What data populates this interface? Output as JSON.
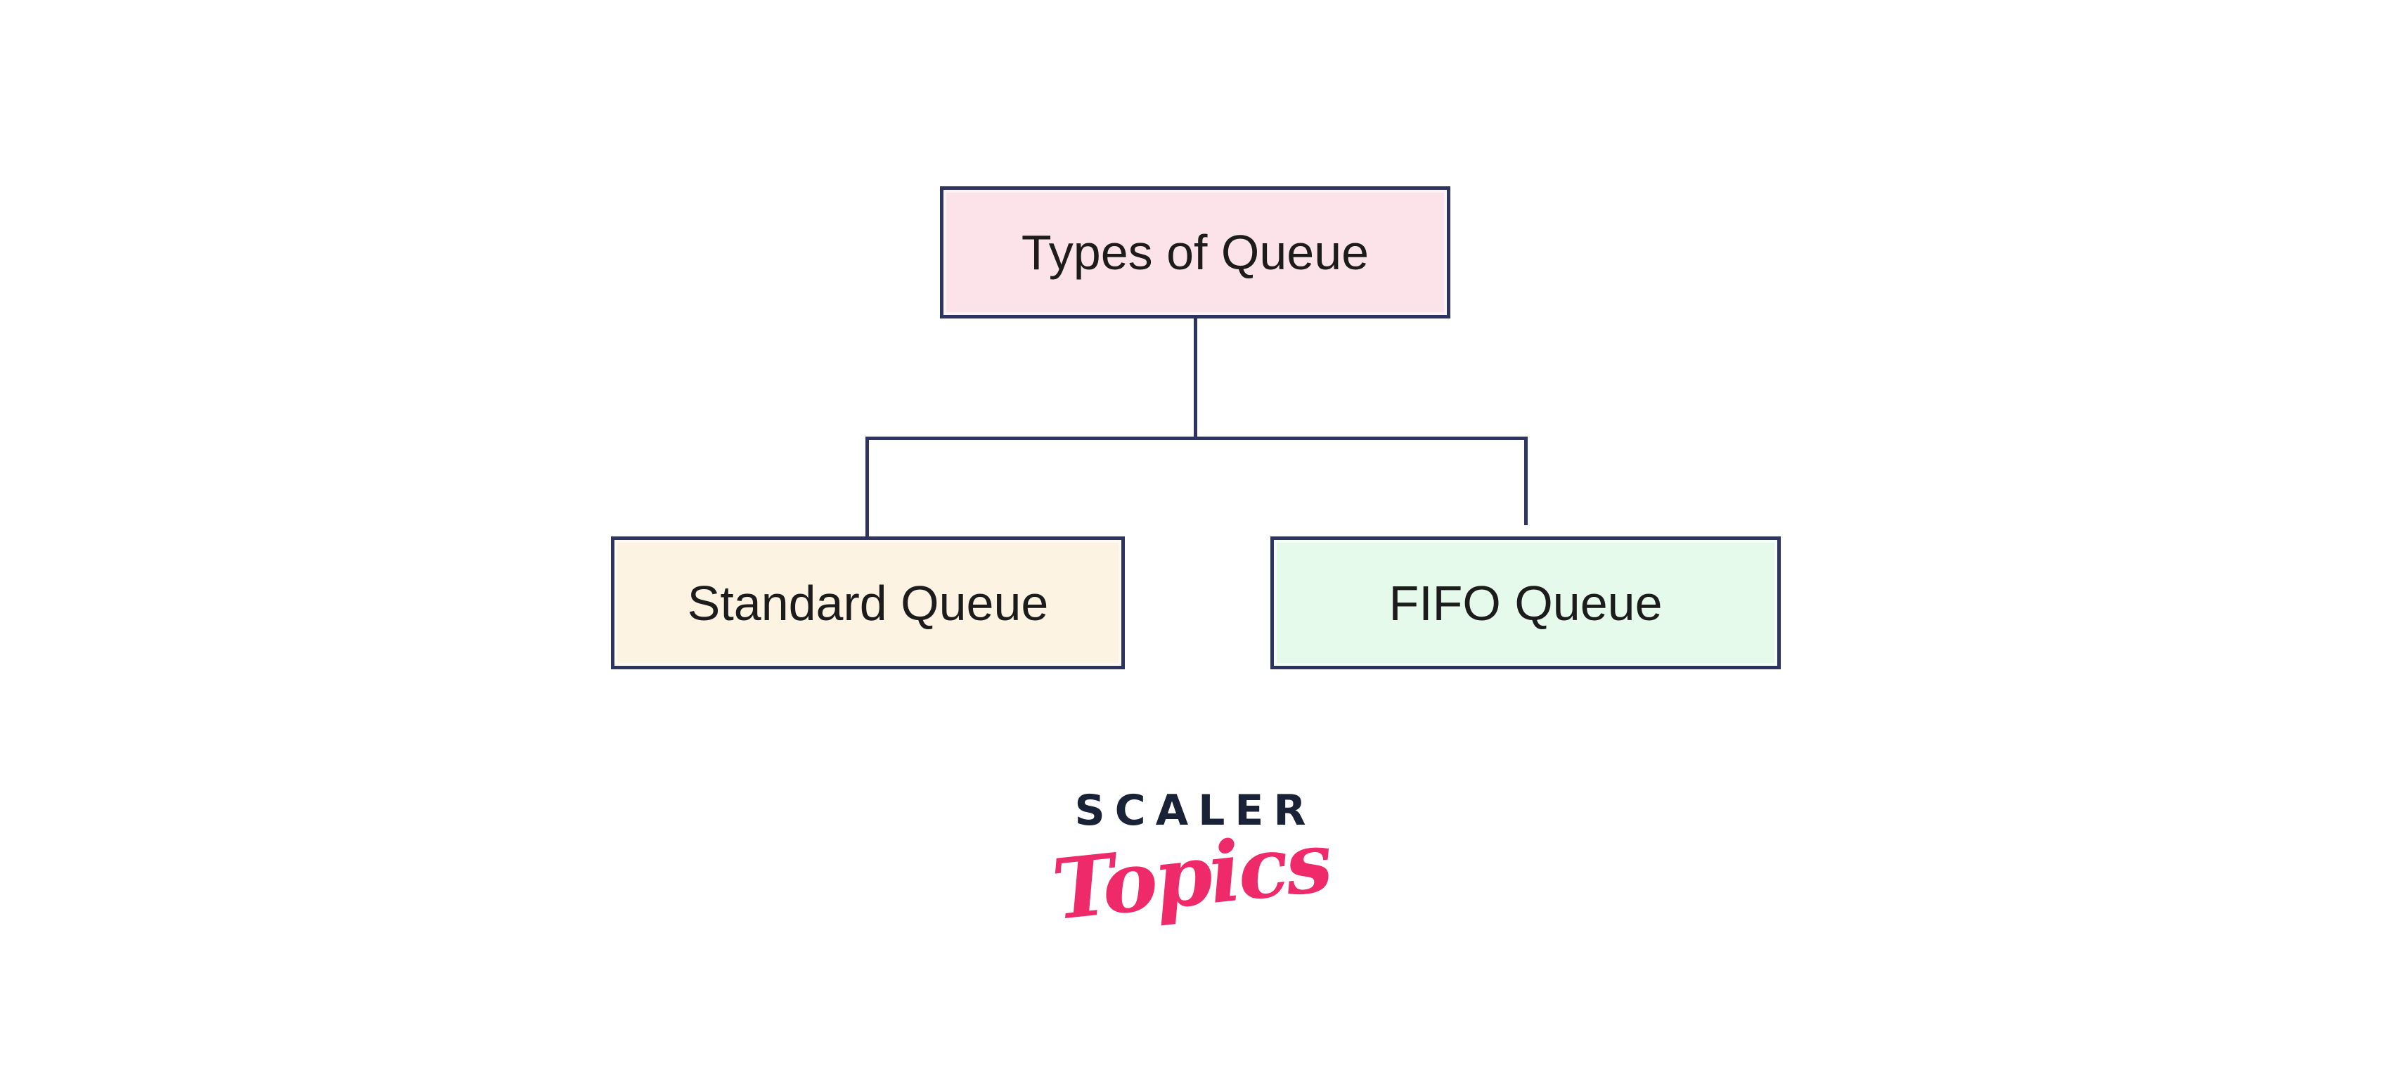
{
  "canvas": {
    "background": "#ffffff"
  },
  "diagram": {
    "type": "tree",
    "root": {
      "label": "Types of Queue",
      "fill": "#fce3e9"
    },
    "children": [
      {
        "label": "Standard Queue",
        "fill": "#fdf3e3"
      },
      {
        "label": "FIFO Queue",
        "fill": "#e6faec"
      }
    ],
    "border_color": "#2d3460",
    "line_color": "#2d3460",
    "text_color": "#1c1c1c"
  },
  "logo": {
    "wordmark": "SCALER",
    "wordmark_color": "#1a2238",
    "tagline": "Topics",
    "tagline_color": "#ee2a6b"
  }
}
